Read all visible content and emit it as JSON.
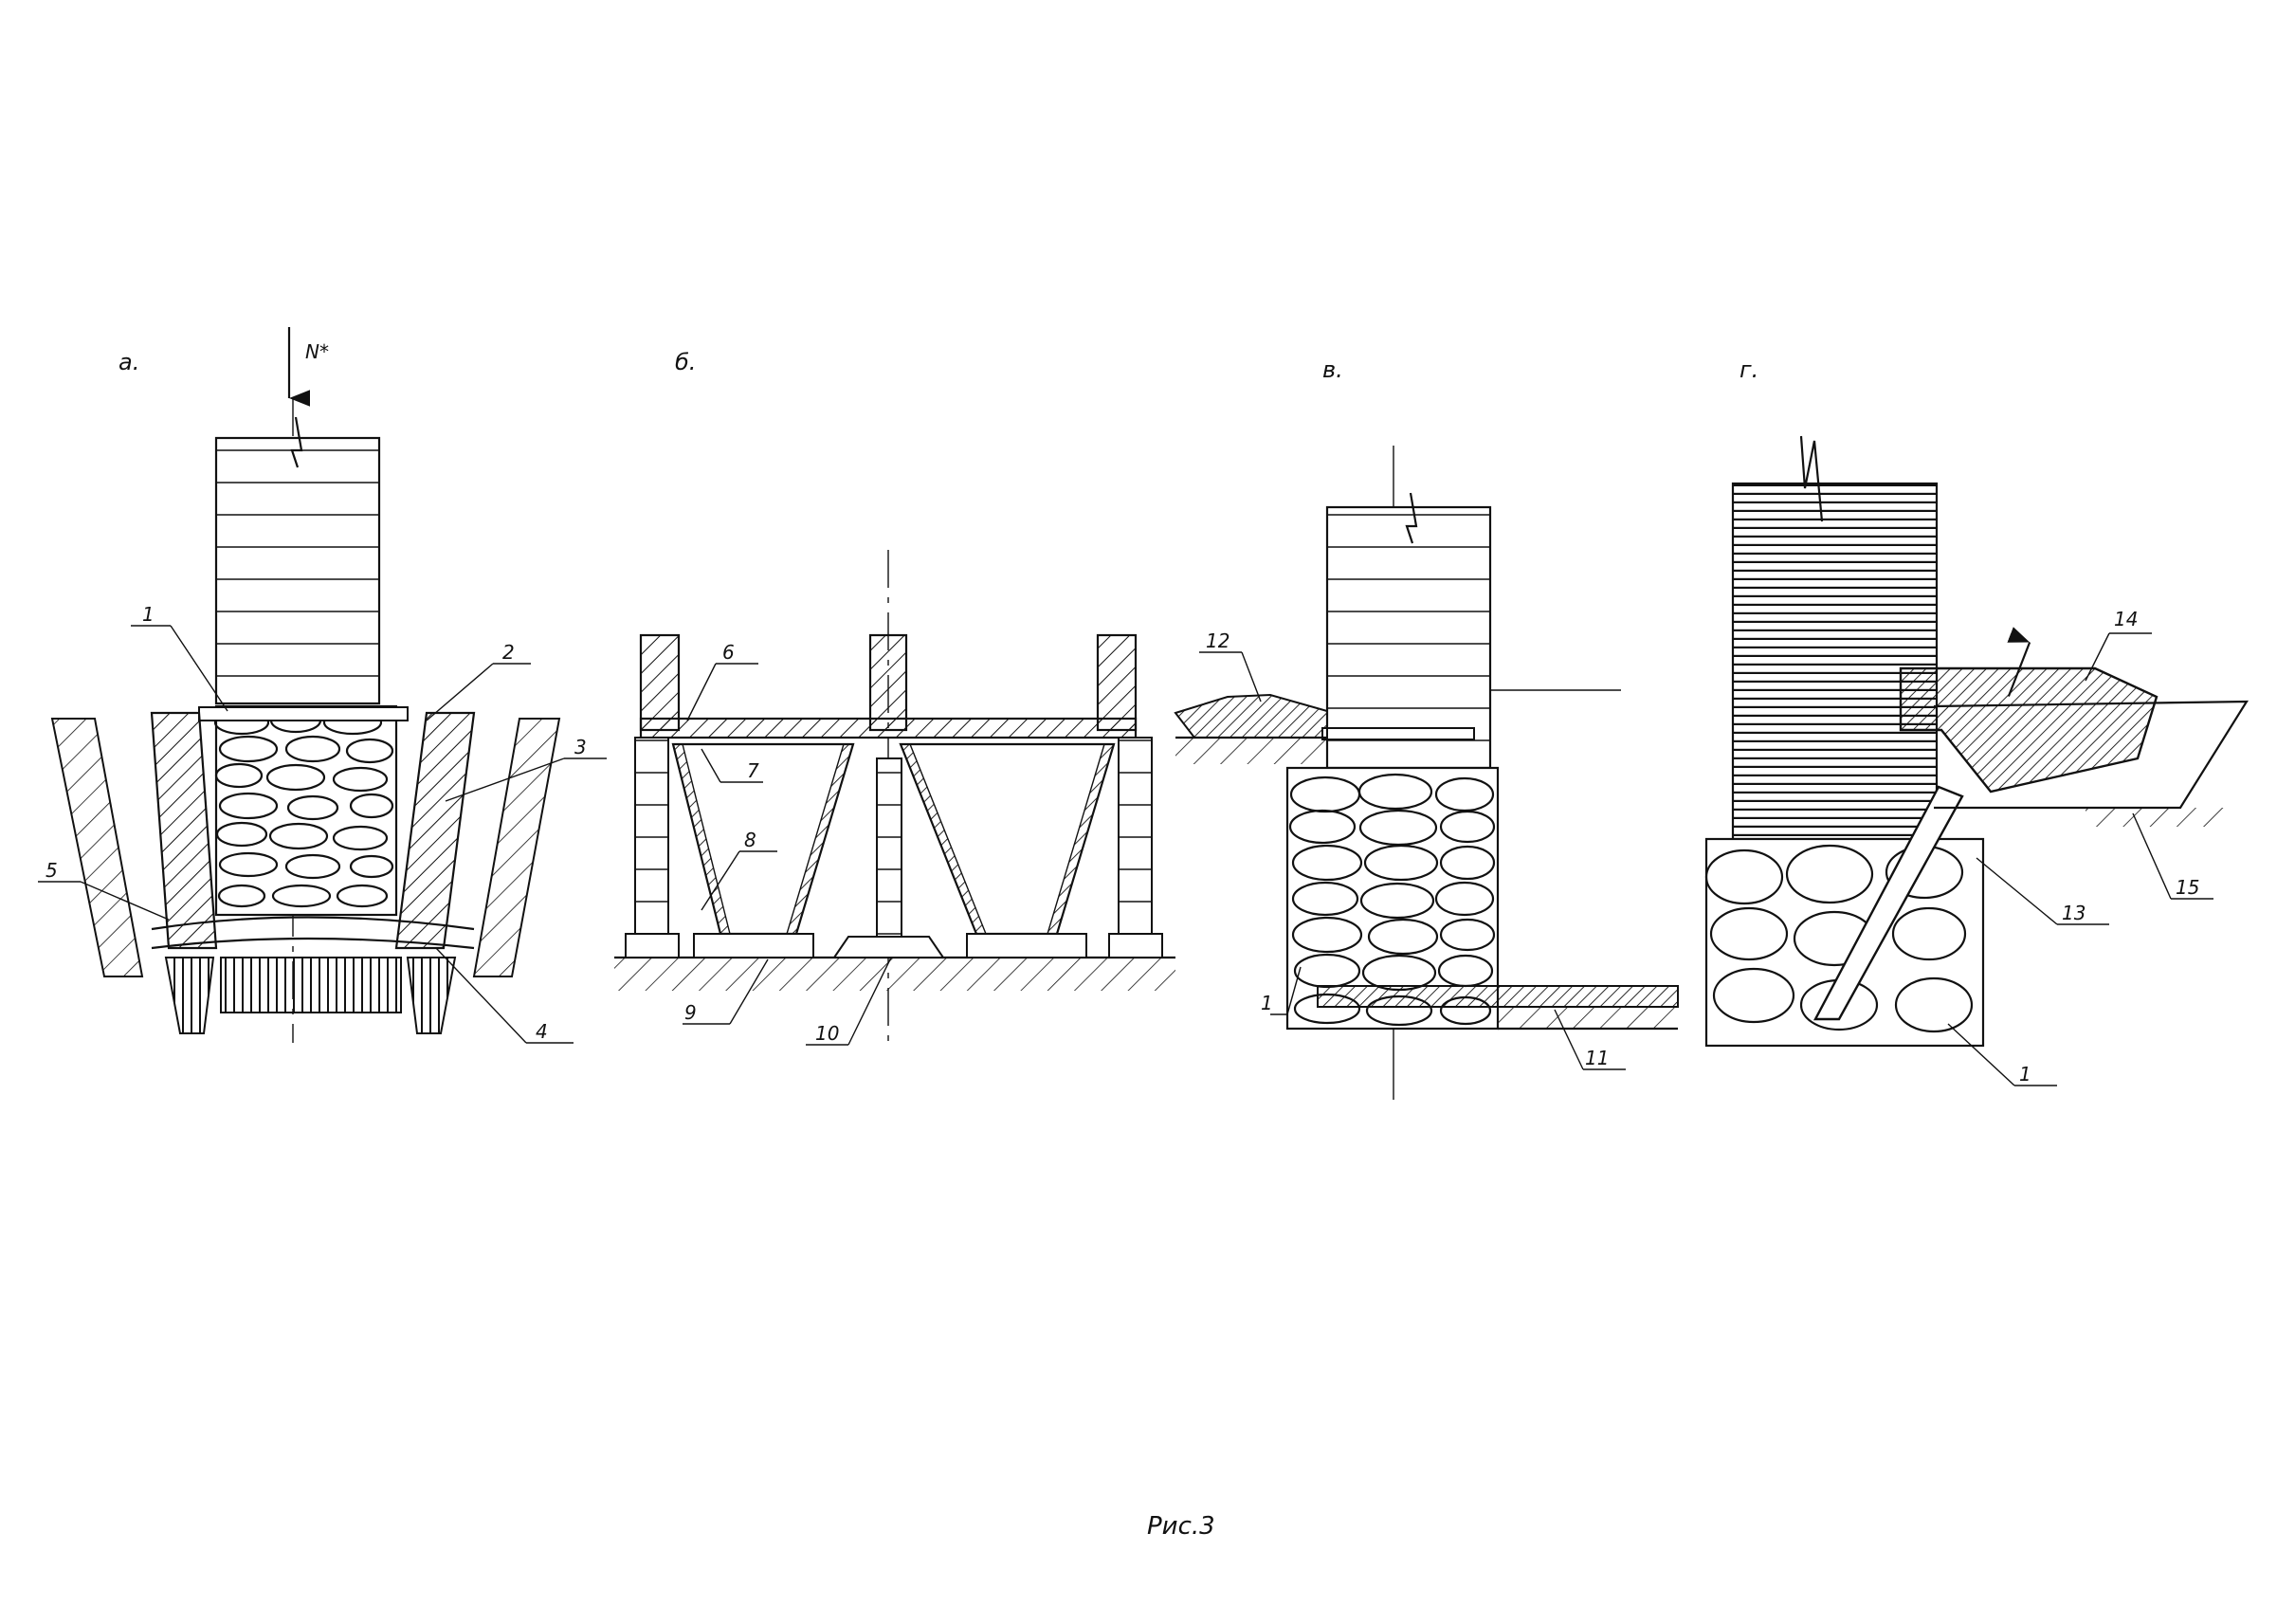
{
  "panels": {
    "a": {
      "title": "а.",
      "load_label": "N*",
      "callouts": [
        "1",
        "2",
        "3",
        "4",
        "5"
      ]
    },
    "b": {
      "title": "б.",
      "callouts": [
        "6",
        "7",
        "8",
        "9",
        "10"
      ]
    },
    "v": {
      "title": "в.",
      "callouts": [
        "12",
        "1",
        "11"
      ]
    },
    "g": {
      "title": "г.",
      "callouts": [
        "14",
        "13",
        "15",
        "1"
      ]
    }
  },
  "caption": "Рис.3"
}
